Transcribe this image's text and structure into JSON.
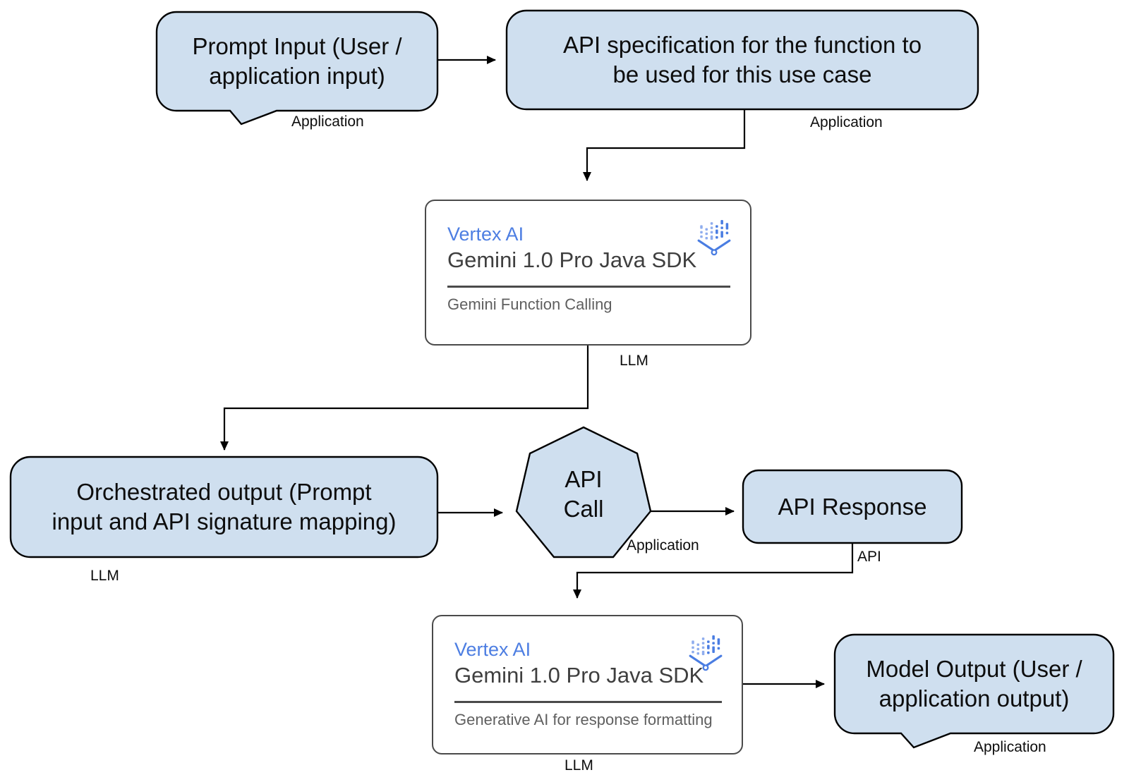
{
  "colors": {
    "node_fill": "#cfdfef",
    "node_stroke": "#000000",
    "card_stroke": "#4a4a4a",
    "vertex_blue": "#4d7ee2",
    "icon_blue": "#4a7de2",
    "icon_blue_light": "#8fadee",
    "subtitle_gray": "#3f3f3f",
    "caption_gray": "#5f5f5f",
    "connector": "#000000"
  },
  "nodes": {
    "prompt_input": {
      "label": "Prompt Input (User /\napplication input)",
      "tag": "Application"
    },
    "api_spec": {
      "label": "API specification for the function to\nbe used for this use case",
      "tag": "Application"
    },
    "llm_function_calling": {
      "product": "Vertex AI",
      "sdk": "Gemini 1.0 Pro Java SDK",
      "feature": "Gemini Function Calling",
      "tag": "LLM"
    },
    "orchestrated_output": {
      "label": "Orchestrated output (Prompt\ninput and API signature mapping)",
      "tag": "LLM"
    },
    "api_call": {
      "label": "API\nCall",
      "tag": "Application"
    },
    "api_response": {
      "label": "API Response",
      "tag": "API"
    },
    "llm_response_formatting": {
      "product": "Vertex AI",
      "sdk": "Gemini 1.0 Pro Java SDK",
      "feature": "Generative AI for response formatting",
      "tag": "LLM"
    },
    "model_output": {
      "label": "Model Output (User /\napplication output)",
      "tag": "Application"
    }
  }
}
